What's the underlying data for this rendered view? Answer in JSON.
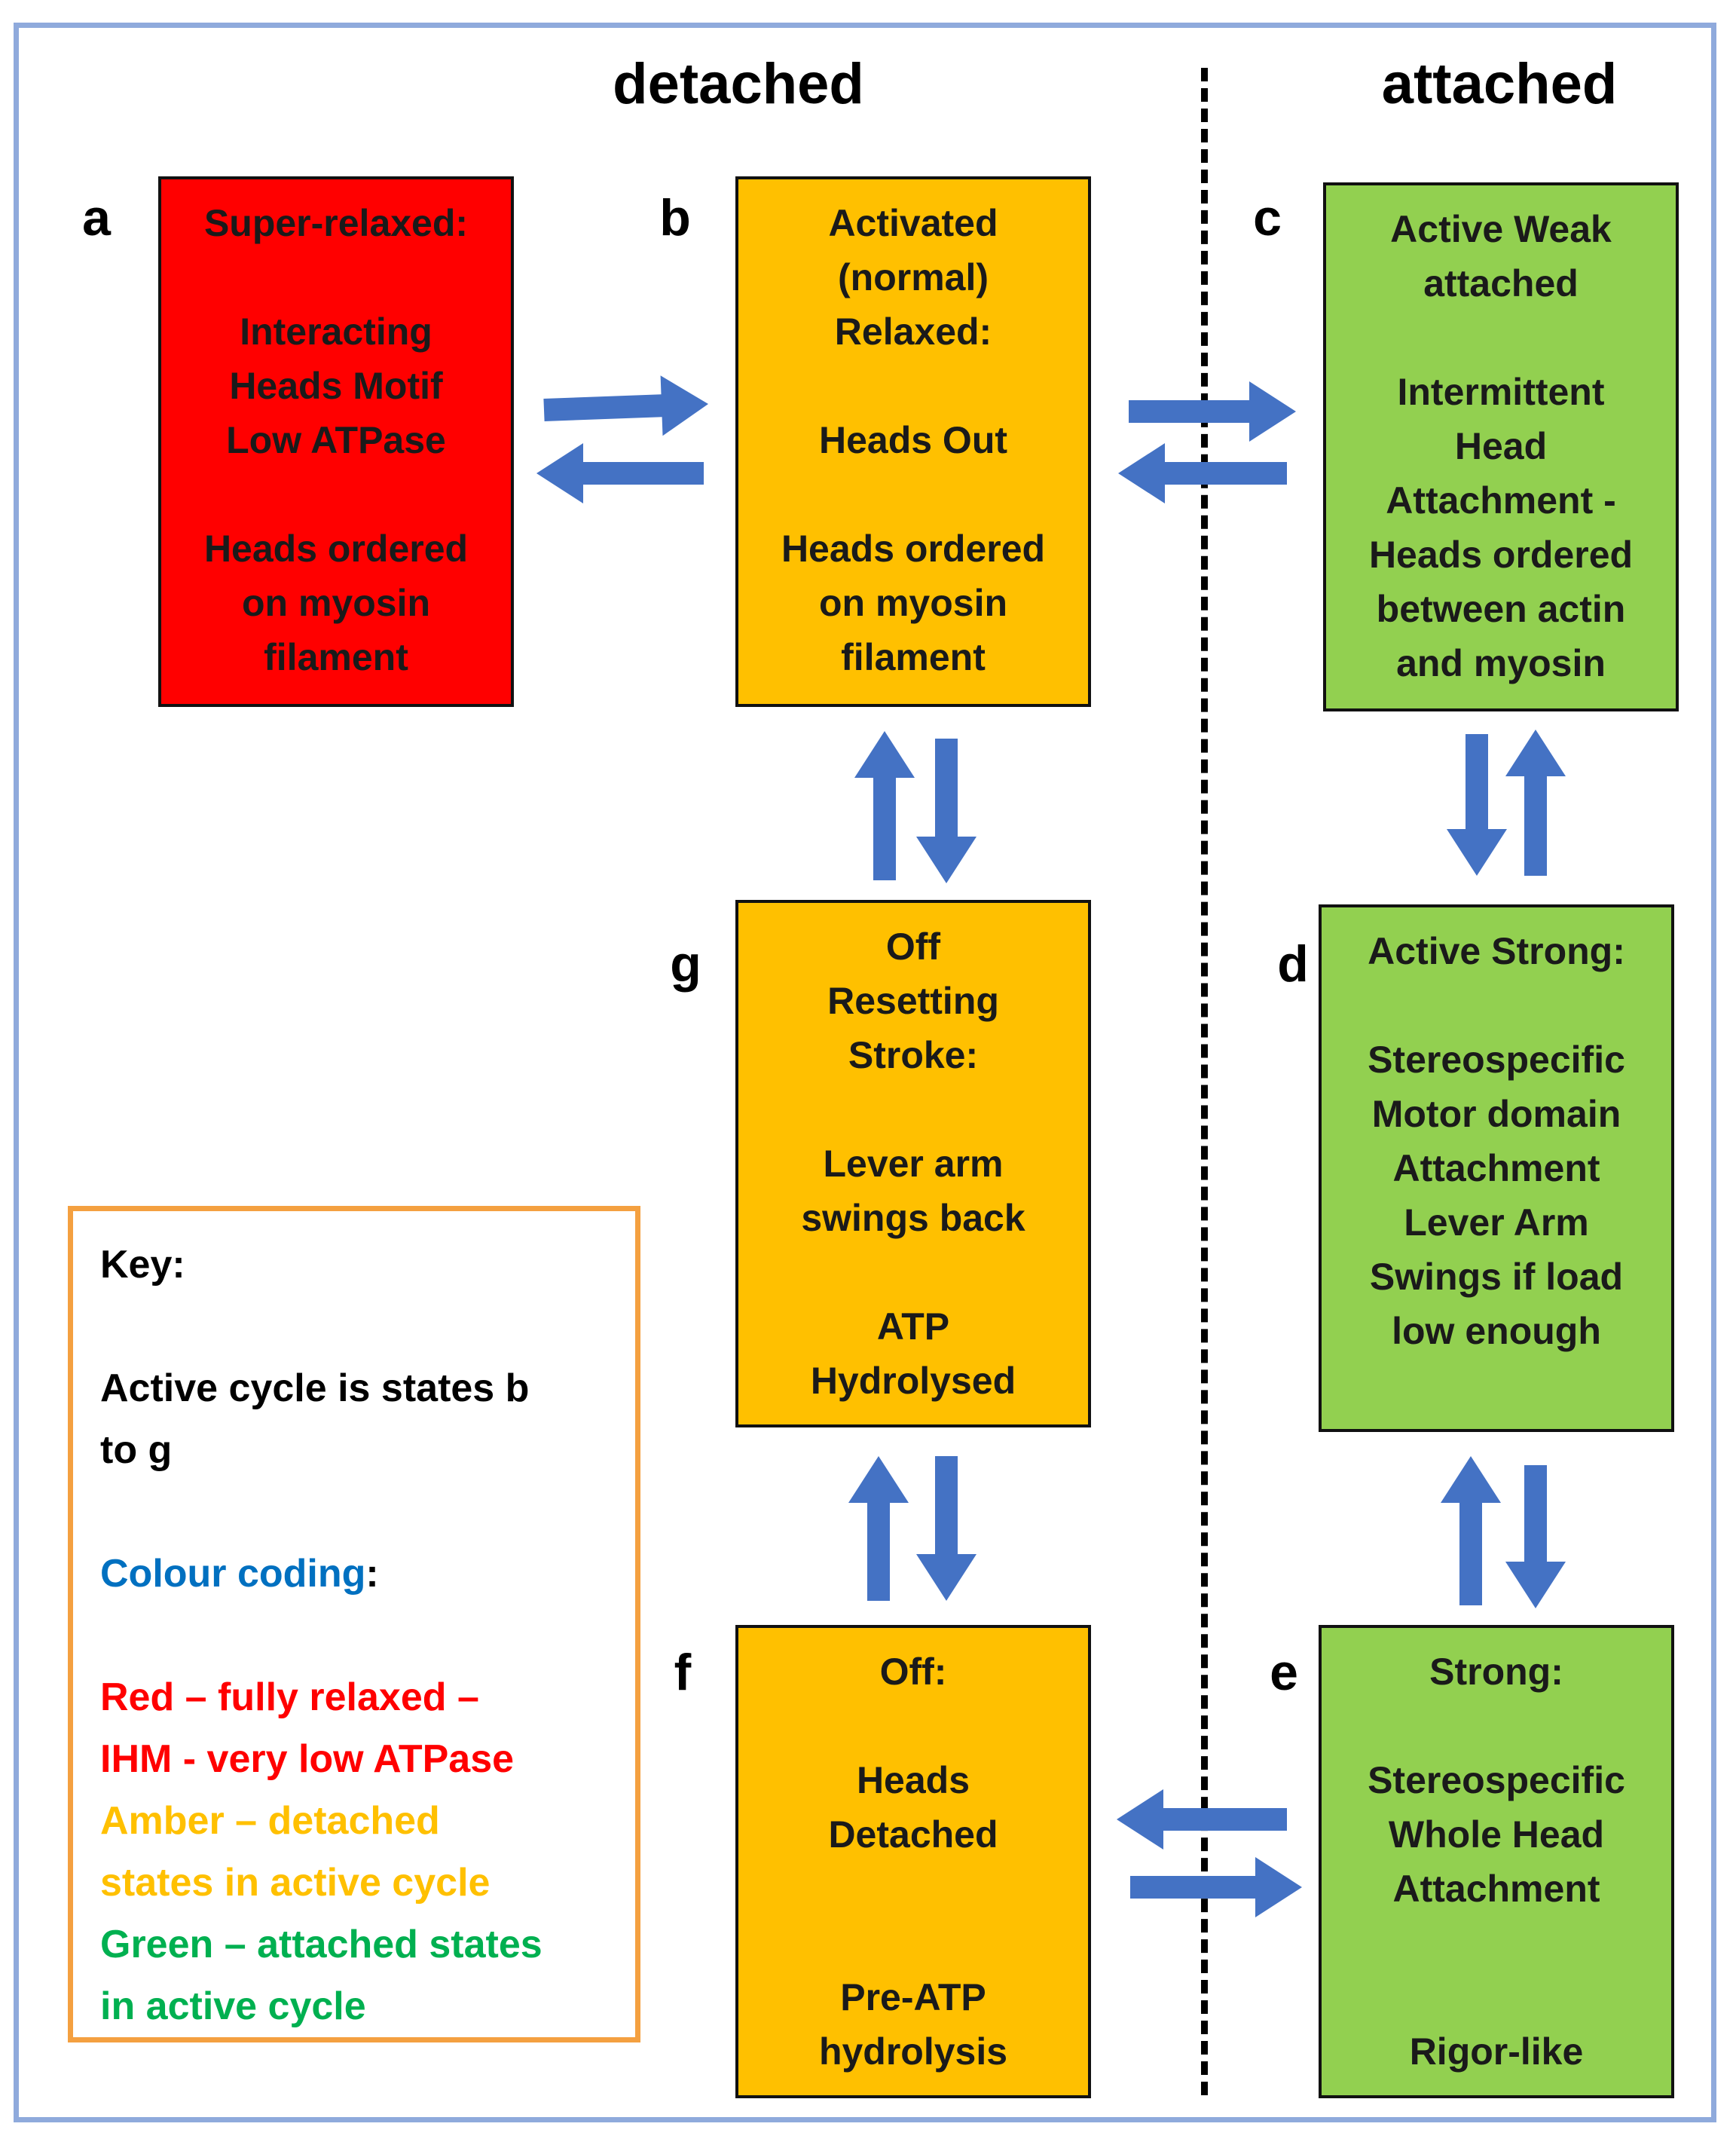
{
  "headings": {
    "left": "detached",
    "right": "attached"
  },
  "states": {
    "a": {
      "letter": "a",
      "lines": [
        "Super-relaxed:",
        "",
        "Interacting",
        "Heads Motif",
        "Low ATPase",
        "",
        "Heads ordered",
        "on myosin",
        "filament"
      ],
      "color": "#ff0000"
    },
    "b": {
      "letter": "b",
      "lines": [
        "Activated",
        "(normal)",
        "Relaxed:",
        "",
        "Heads Out",
        "",
        "Heads ordered",
        "on myosin",
        "filament"
      ],
      "color": "#ffc000"
    },
    "c": {
      "letter": "c",
      "lines": [
        "Active Weak",
        "attached",
        "",
        "Intermittent",
        "Head",
        "Attachment -",
        "Heads ordered",
        "between actin",
        "and myosin"
      ],
      "color": "#92d050"
    },
    "d": {
      "letter": "d",
      "lines": [
        "Active Strong:",
        "",
        "Stereospecific",
        "Motor domain",
        "Attachment",
        "Lever Arm",
        "Swings if load",
        "low enough"
      ],
      "color": "#92d050"
    },
    "e": {
      "letter": "e",
      "lines": [
        "Strong:",
        "",
        "Stereospecific",
        "Whole Head",
        "Attachment",
        "",
        "",
        "Rigor-like"
      ],
      "color": "#92d050"
    },
    "f": {
      "letter": "f",
      "lines": [
        "Off:",
        "",
        "Heads",
        "Detached",
        "",
        "",
        "Pre-ATP",
        "hydrolysis"
      ],
      "color": "#ffc000"
    },
    "g": {
      "letter": "g",
      "lines": [
        "Off",
        "Resetting",
        "Stroke:",
        "",
        "Lever arm",
        "swings back",
        "",
        "ATP",
        "Hydrolysed"
      ],
      "color": "#ffc000"
    }
  },
  "key": {
    "title": "Key:",
    "cycle_line1": "Active cycle is states b",
    "cycle_line2": "to g",
    "colour_coding": "Colour coding",
    "colour_coding_colon": ":",
    "red_line1": "Red – fully relaxed –",
    "red_line2": "IHM - very low ATPase",
    "amber_line1": "Amber – detached",
    "amber_line2": "states in active cycle",
    "green_line1": "Green – attached states",
    "green_line2": "in active cycle",
    "colors": {
      "blue": "#0070c0",
      "red": "#ff0000",
      "amber": "#ffc000",
      "green": "#00b050"
    }
  },
  "arrow_color": "#4472c4"
}
